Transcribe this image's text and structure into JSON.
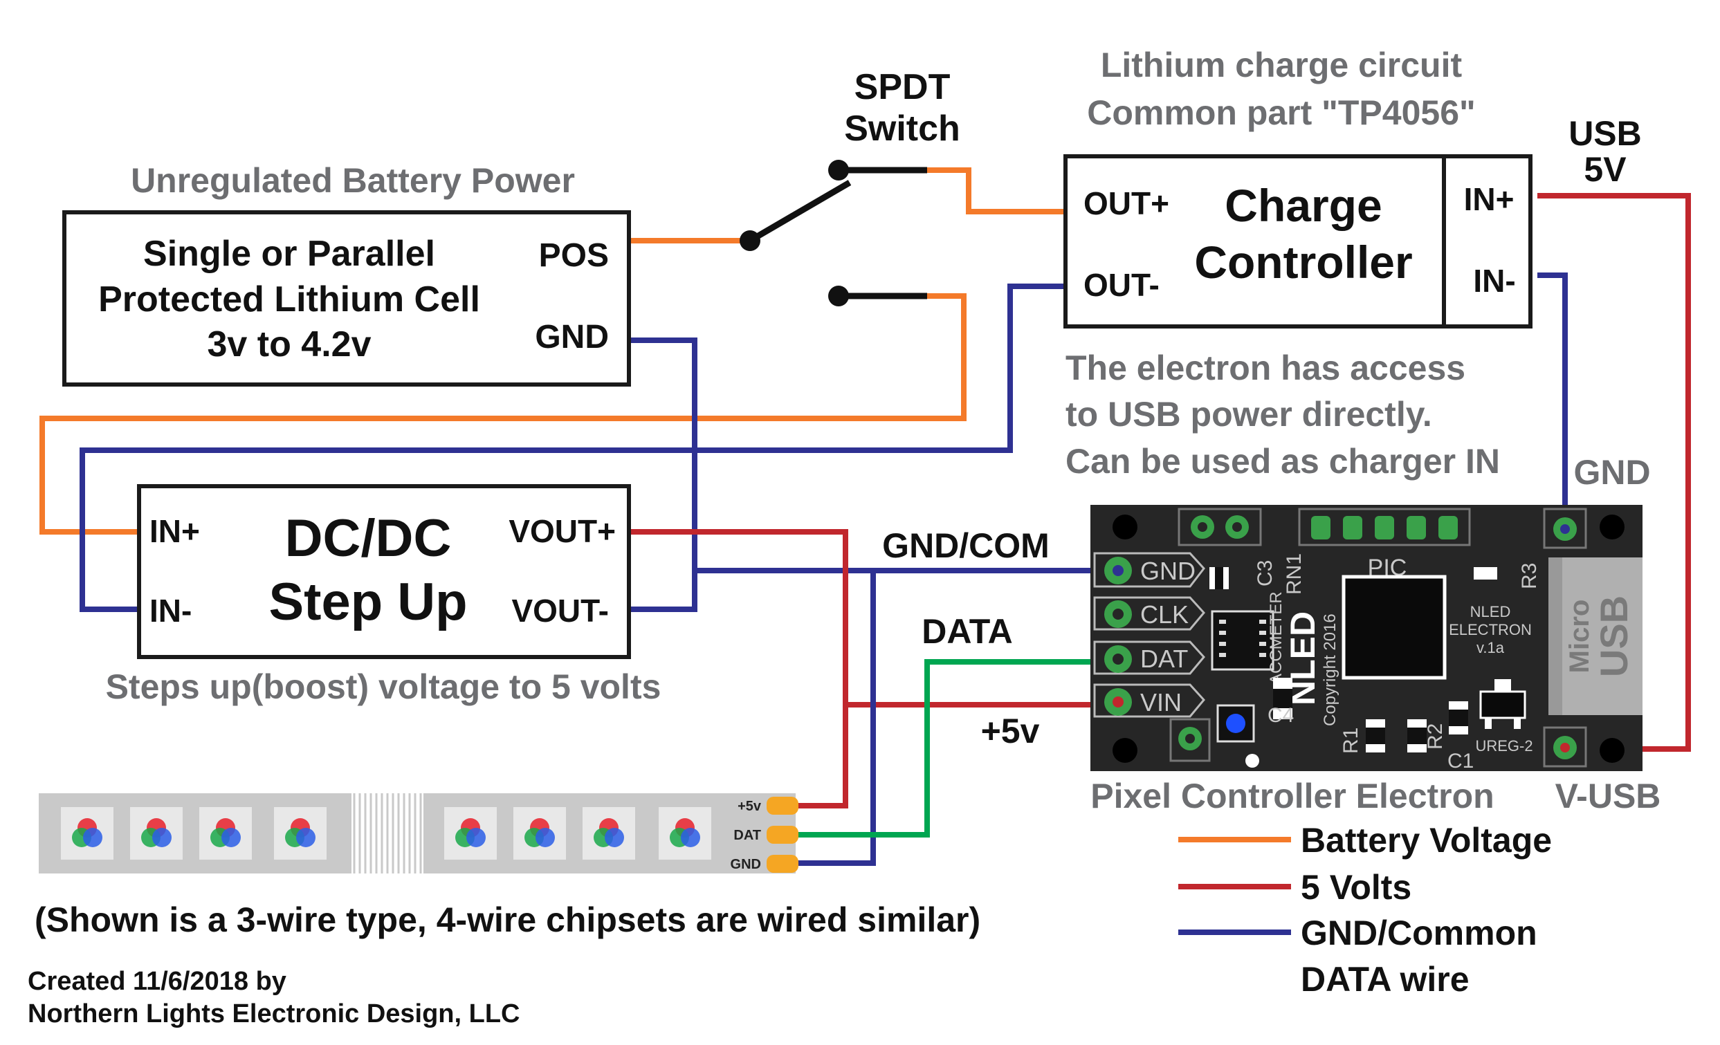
{
  "colors": {
    "battery": "#f47a2a",
    "five_volts": "#c1272d",
    "gnd": "#2e3192",
    "data": "#00a651",
    "board": "#262626",
    "pad": "#3aa14a",
    "strip": "#c9c9c9"
  },
  "battery": {
    "heading": "Unregulated Battery Power",
    "line1": "Single or Parallel",
    "line2": "Protected Lithium Cell",
    "line3": "3v to 4.2v",
    "pos": "POS",
    "gnd": "GND"
  },
  "switch": {
    "title1": "SPDT",
    "title2": "Switch"
  },
  "charger": {
    "heading1": "Lithium charge circuit",
    "heading2": "Common part \"TP4056\"",
    "out_plus": "OUT+",
    "out_minus": "OUT-",
    "name1": "Charge",
    "name2": "Controller",
    "in_plus": "IN+",
    "in_minus": "IN-",
    "usb1": "USB",
    "usb2": "5V"
  },
  "note": {
    "line1": "The electron has access",
    "line2": "to USB power directly.",
    "line3": "Can be used as charger IN"
  },
  "dcdc": {
    "in_plus": "IN+",
    "in_minus": "IN-",
    "name1": "DC/DC",
    "name2": "Step Up",
    "vout_plus": "VOUT+",
    "vout_minus": "VOUT-",
    "caption": "Steps up(boost) voltage to 5 volts"
  },
  "wire_labels": {
    "gnd_com": "GND/COM",
    "data": "DATA",
    "plus5v": "+5v",
    "gnd_top": "GND",
    "v_usb": "V-USB"
  },
  "board": {
    "caption": "Pixel Controller Electron",
    "pin_gnd": "GND",
    "pin_clk": "CLK",
    "pin_dat": "DAT",
    "pin_vin": "VIN",
    "pic": "PIC",
    "rn1": "RN1",
    "c3": "C3",
    "r3": "R3",
    "accmeter": "ACCMETER",
    "logo": "NLED",
    "copyright": "Copyright 2016",
    "model1": "NLED",
    "model2": "ELECTRON",
    "model3": "v.1a",
    "c4": "C4",
    "r1": "R1",
    "r2": "R2",
    "c1": "C1",
    "ureg": "UREG-2",
    "usb_micro": "Micro",
    "usb_usb": "USB"
  },
  "strip": {
    "pin_5v": "+5v",
    "pin_dat": "DAT",
    "pin_gnd": "GND",
    "note": "(Shown is a 3-wire type, 4-wire chipsets are wired similar)"
  },
  "legend": {
    "items": [
      {
        "label": "Battery Voltage",
        "color": "#f47a2a"
      },
      {
        "label": "5 Volts",
        "color": "#c1272d"
      },
      {
        "label": "GND/Common",
        "color": "#2e3192"
      },
      {
        "label": "DATA wire",
        "color": "#00a651"
      }
    ]
  },
  "credit": {
    "line1": "Created 11/6/2018 by",
    "line2": "Northern Lights Electronic Design, LLC"
  }
}
